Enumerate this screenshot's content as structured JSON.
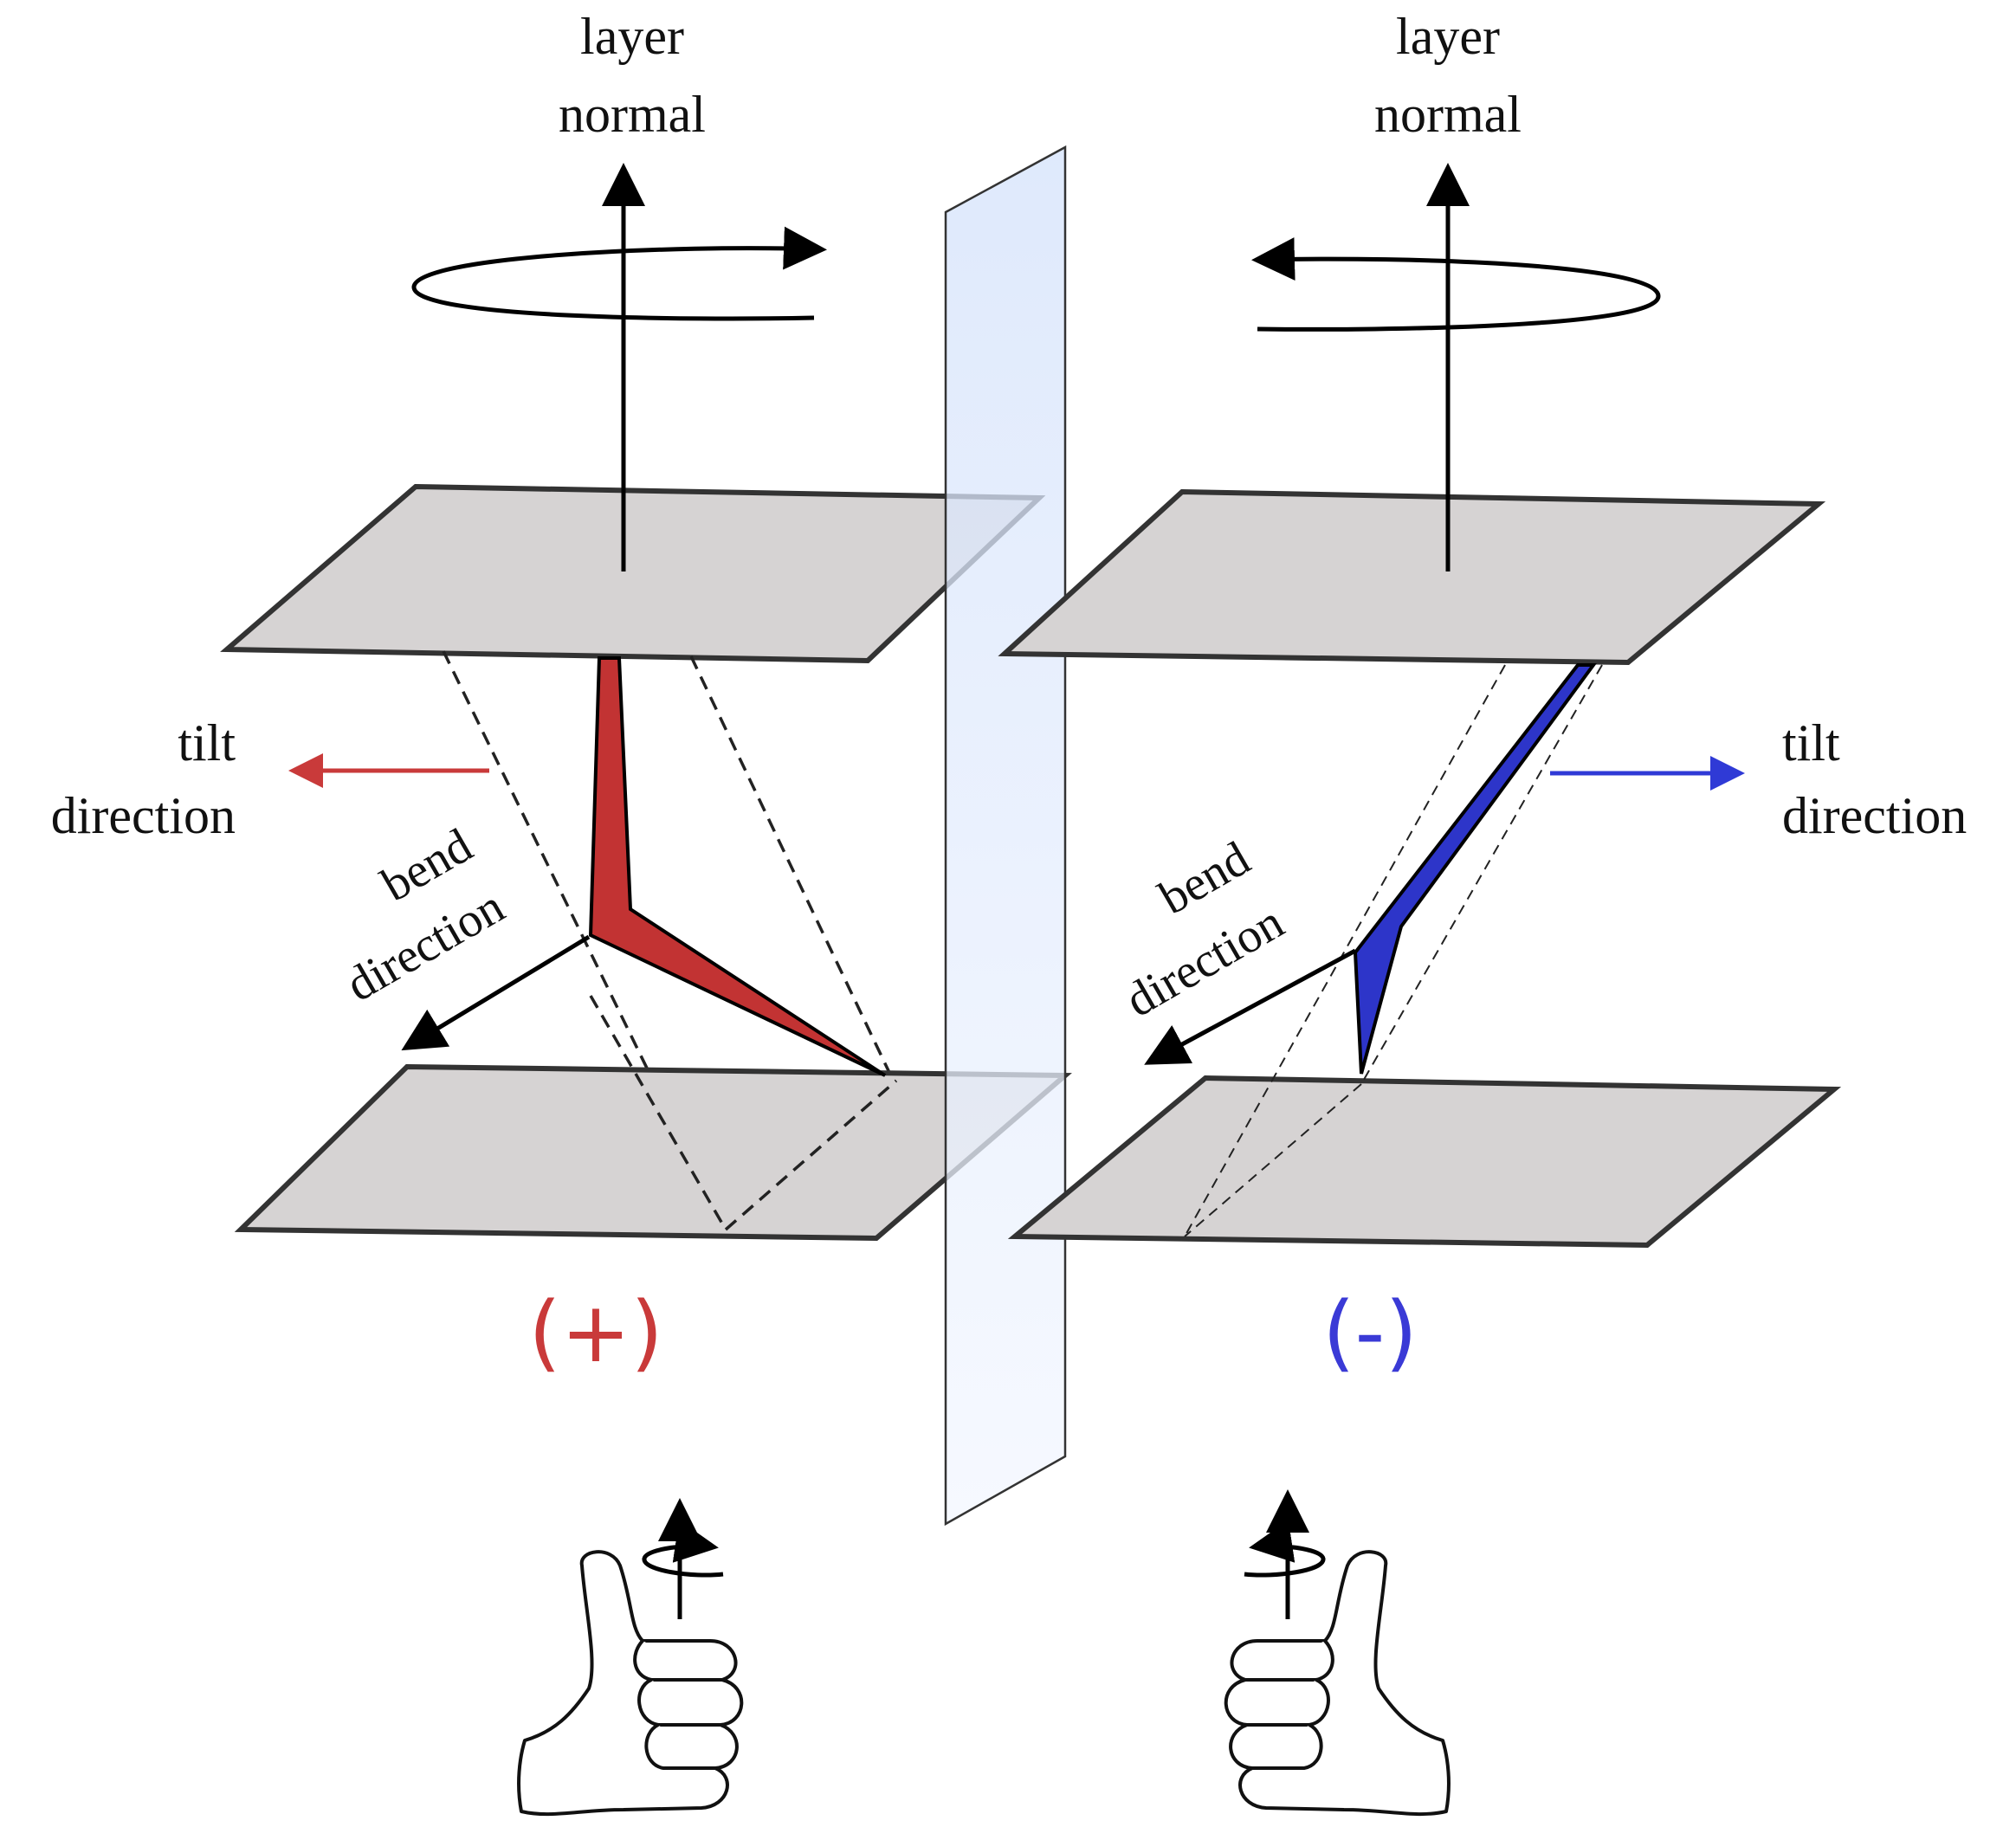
{
  "left_panel": {
    "layer_normal_line1": "layer",
    "layer_normal_line2": "normal",
    "tilt_direction_line1": "tilt",
    "tilt_direction_line2": "direction",
    "bend_direction_line1": "bend",
    "bend_direction_line2": "direction",
    "sign": "(+)",
    "sign_color": "#c93a3a",
    "molecule_color": "#c23333",
    "tilt_arrow_color": "#c93a3a",
    "hand_icon": "thumbs-up-right-hand-icon"
  },
  "right_panel": {
    "layer_normal_line1": "layer",
    "layer_normal_line2": "normal",
    "tilt_direction_line1": "tilt",
    "tilt_direction_line2": "direction",
    "bend_direction_line1": "bend",
    "bend_direction_line2": "direction",
    "sign": "(-)",
    "sign_color": "#3a3ad6",
    "molecule_color": "#2d35c9",
    "tilt_arrow_color": "#2f3ad6",
    "hand_icon": "thumbs-up-left-hand-icon"
  },
  "mirror_plane_color": "#dde8fb"
}
